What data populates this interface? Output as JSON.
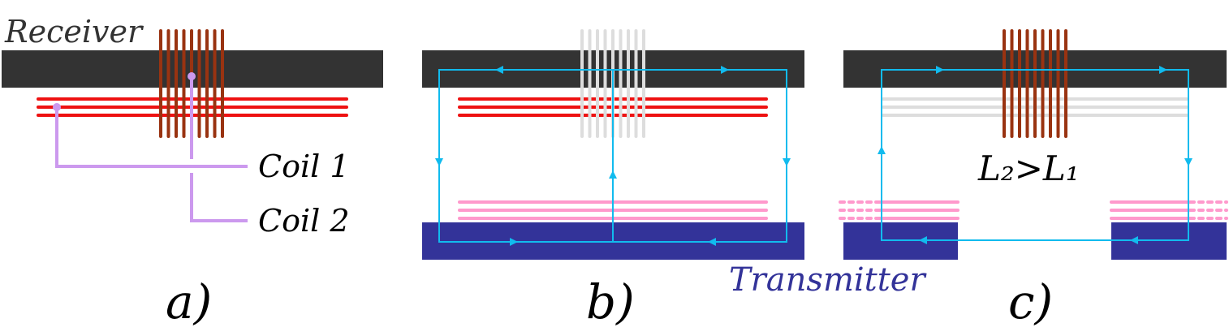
{
  "labels": {
    "receiver": "Receiver",
    "coil1": "Coil 1",
    "coil2": "Coil 2",
    "transmitter": "Transmitter",
    "inequality": "L₂>L₁"
  },
  "panels": {
    "a": "a)",
    "b": "b)",
    "c": "c)"
  },
  "colors": {
    "receiver_bar": "#333333",
    "transmitter_bar": "#333399",
    "coil1_active": "#ee1111",
    "coil2_active": "#993311",
    "coil_inactive": "#dddddd",
    "transmitter_coil": "#ff99cc",
    "leader": "#cc99ee",
    "flux": "#11bbee",
    "transmitter_text": "#333399"
  }
}
